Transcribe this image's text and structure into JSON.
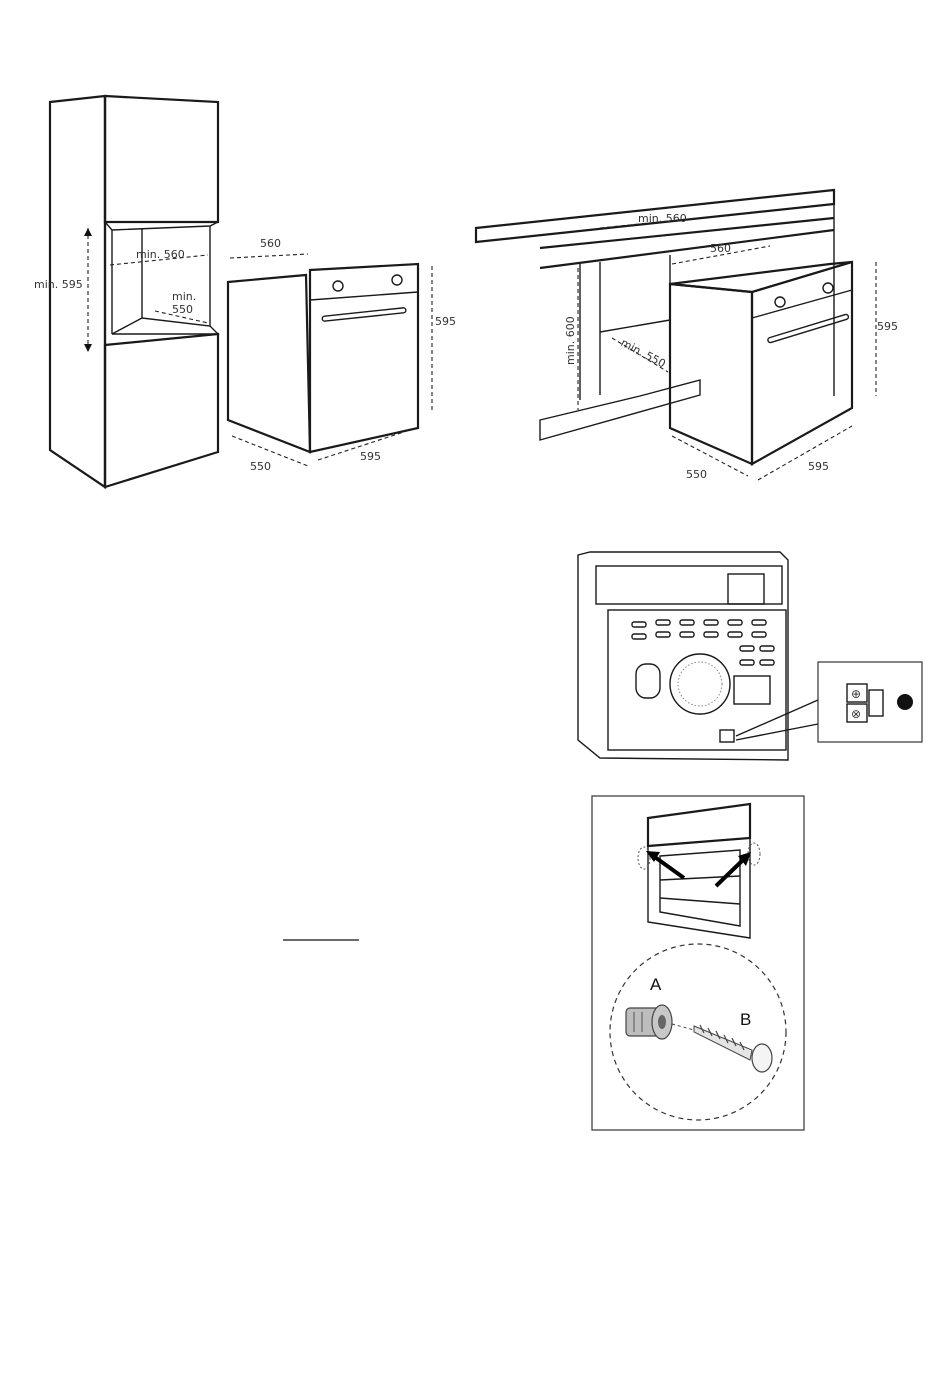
{
  "tall_cabinet": {
    "height_label": "min. 595",
    "width_label": "min. 560",
    "depth_label_1": "min.",
    "depth_label_2": "550"
  },
  "oven_left": {
    "top_depth": "560",
    "height": "595",
    "bottom_depth": "550",
    "bottom_width": "595"
  },
  "under_counter": {
    "width_label": "min. 560",
    "height_label": "min. 600",
    "depth_label": "min. 550"
  },
  "oven_right": {
    "top_depth": "560",
    "height": "595",
    "bottom_depth": "550",
    "bottom_width": "595"
  },
  "fixing_detail": {
    "part_a": "A",
    "part_b": "B"
  }
}
